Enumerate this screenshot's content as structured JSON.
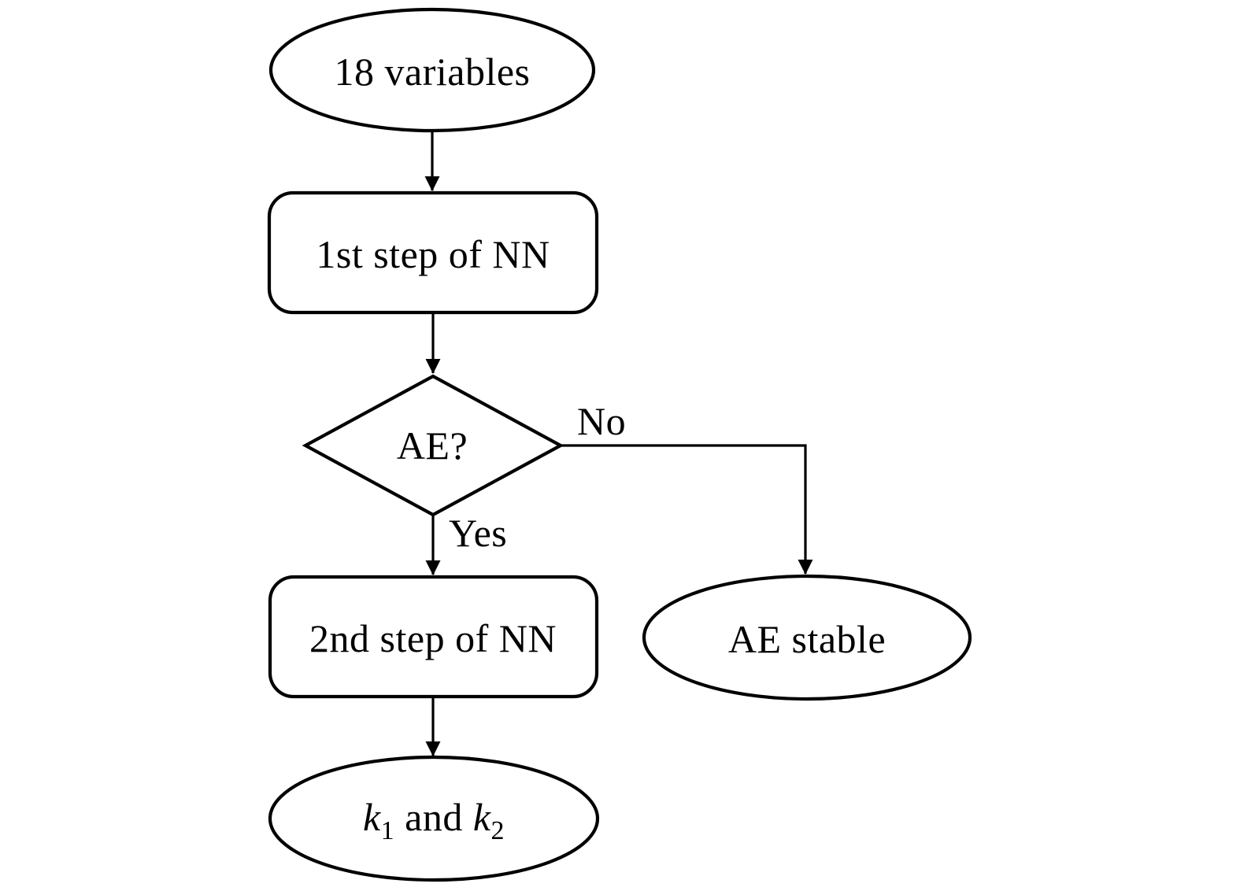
{
  "flowchart": {
    "colors": {
      "stroke": "#000000",
      "node_fill": "#ffffff",
      "background": "#ffffff",
      "text": "#000000"
    },
    "nodes": {
      "input": {
        "label": "18 variables"
      },
      "step1": {
        "label": "1st step of NN"
      },
      "decision": {
        "label": "AE?"
      },
      "step2": {
        "label": "2nd step of NN"
      },
      "ae_stable": {
        "label": "AE stable"
      },
      "output": {
        "k1": "k",
        "k1_sub": "1",
        "conjunction": " and ",
        "k2": "k",
        "k2_sub": "2"
      }
    },
    "edge_labels": {
      "yes": "Yes",
      "no": "No"
    }
  }
}
